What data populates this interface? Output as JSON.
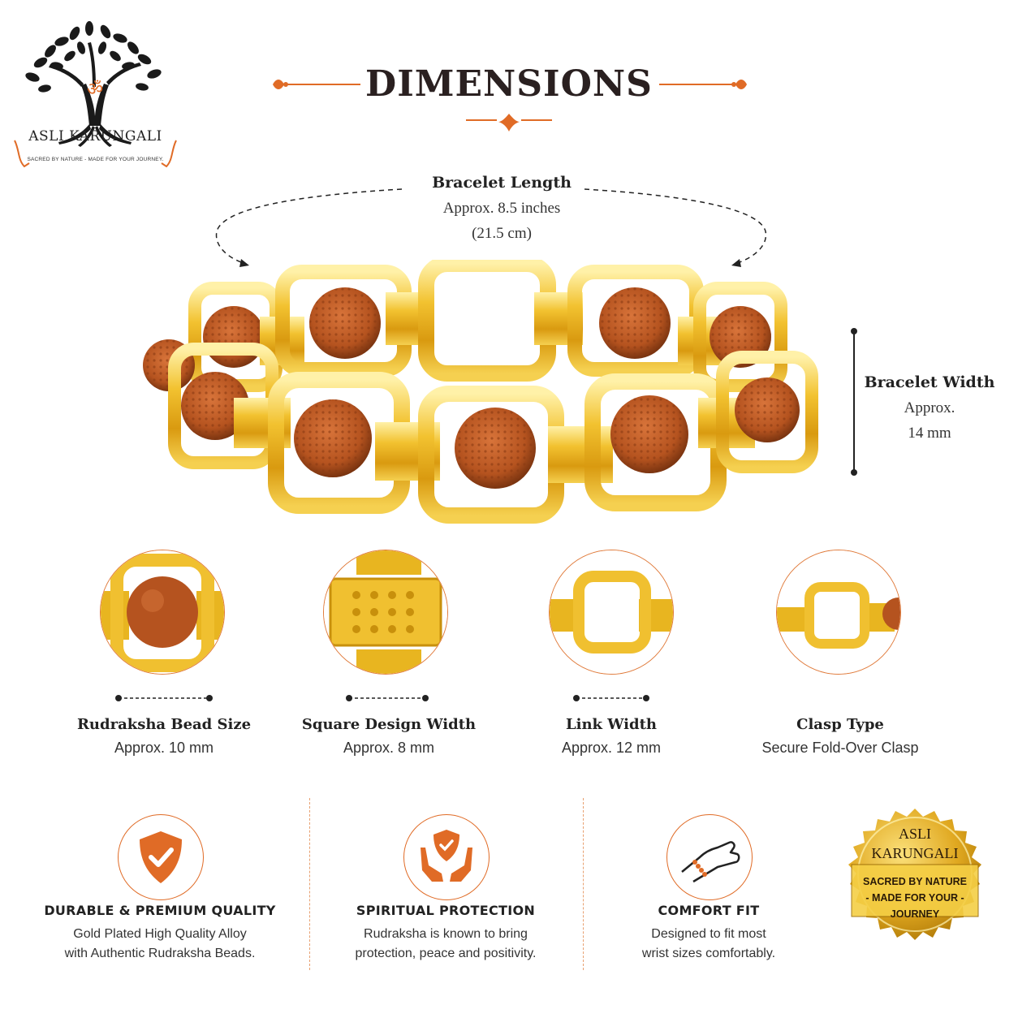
{
  "brand": {
    "name": "ASLI KARUNGALI",
    "tagline": "SACRED BY NATURE - MADE FOR YOUR JOURNEY."
  },
  "title": "DIMENSIONS",
  "length": {
    "label": "Bracelet Length",
    "value_line1": "Approx. 8.5 inches",
    "value_line2": "(21.5 cm)"
  },
  "width": {
    "label": "Bracelet Width",
    "value_line1": "Approx.",
    "value_line2": "14 mm"
  },
  "features": [
    {
      "label": "Rudraksha Bead Size",
      "value": "Approx. 10 mm",
      "icon": "rudraksha-bead-closeup"
    },
    {
      "label": "Square Design Width",
      "value": "Approx. 8 mm",
      "icon": "square-design-closeup"
    },
    {
      "label": "Link Width",
      "value": "Approx. 12 mm",
      "icon": "gold-link-closeup"
    },
    {
      "label": "Clasp Type",
      "value": "Secure Fold-Over Clasp",
      "icon": "clasp-closeup"
    }
  ],
  "benefits": [
    {
      "title": "DURABLE & PREMIUM QUALITY",
      "line1": "Gold Plated High Quality Alloy",
      "line2": "with Authentic Rudraksha Beads.",
      "icon": "shield-check-icon"
    },
    {
      "title": "SPIRITUAL PROTECTION",
      "line1": "Rudraksha is known to bring",
      "line2": "protection, peace and positivity.",
      "icon": "hands-shield-icon"
    },
    {
      "title": "COMFORT FIT",
      "line1": "Designed to fit most",
      "line2": "wrist sizes comfortably.",
      "icon": "wrist-bracelet-icon"
    }
  ],
  "seal": {
    "line1": "ASLI",
    "line2": "KARUNGALI",
    "line3": "SACRED BY NATURE",
    "line4": "- MADE FOR YOUR -",
    "line5": "JOURNEY"
  },
  "colors": {
    "accent": "#e06b26",
    "gold": "#e8b520",
    "bead": "#b5531f",
    "title": "#2a2020"
  }
}
